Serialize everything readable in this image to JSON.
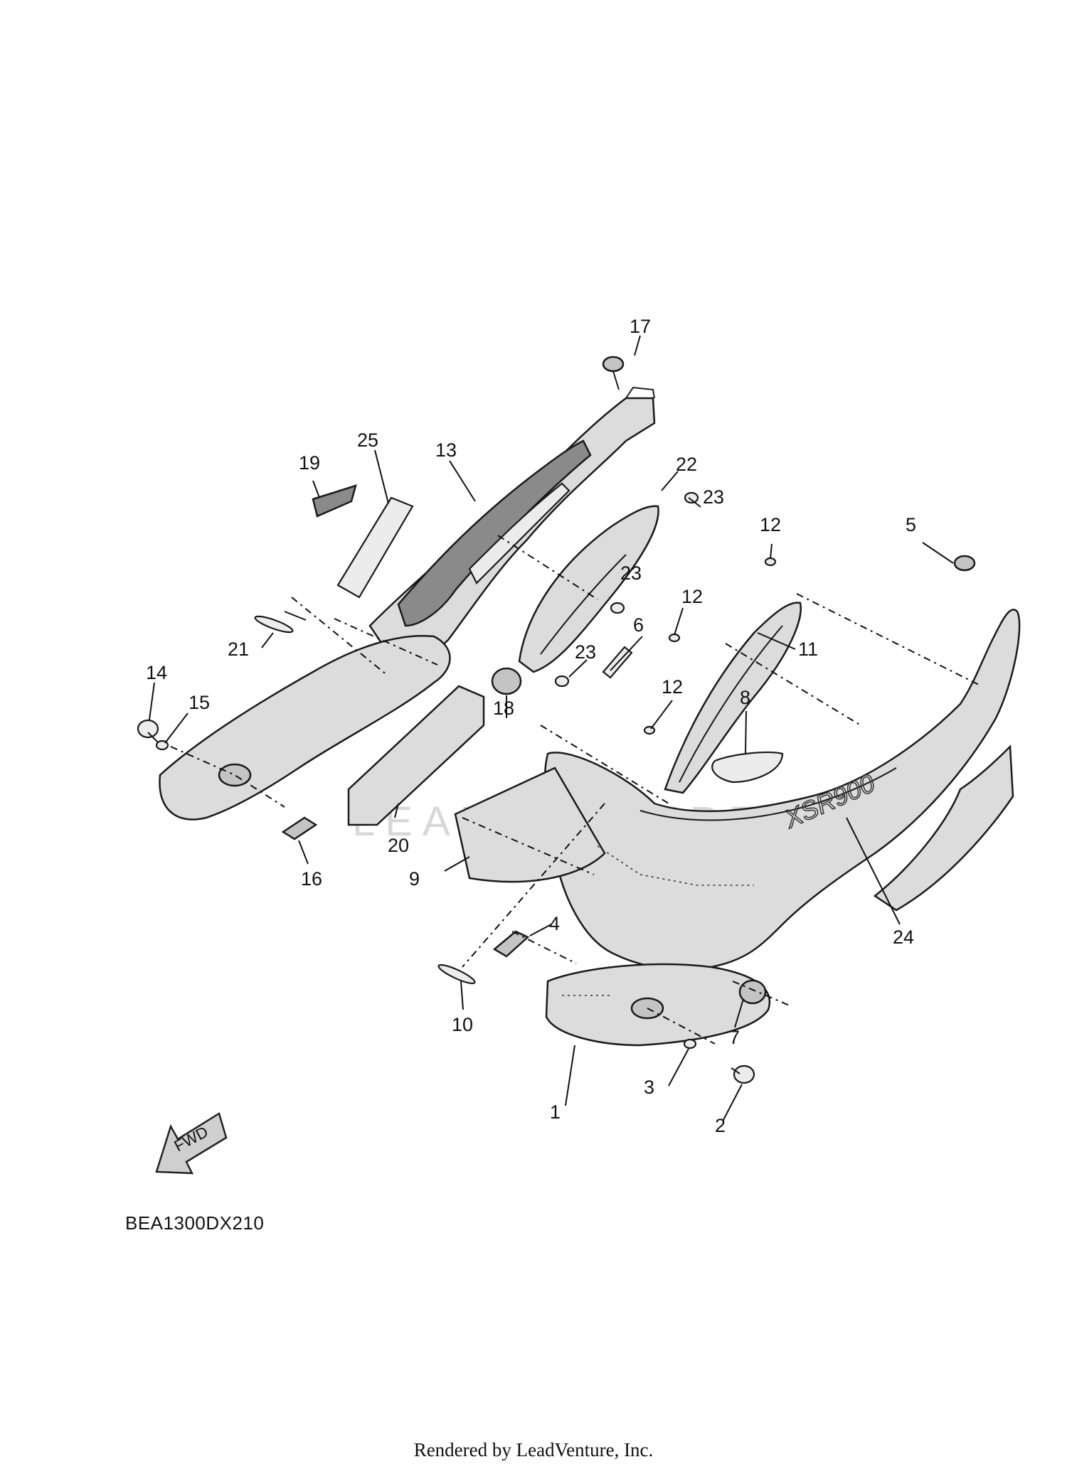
{
  "diagram": {
    "callouts": [
      "17",
      "19",
      "25",
      "13",
      "22",
      "23",
      "23",
      "12",
      "5",
      "12",
      "11",
      "6",
      "23",
      "21",
      "14",
      "15",
      "18",
      "12",
      "8",
      "20",
      "16",
      "9",
      "24",
      "4",
      "10",
      "7",
      "3",
      "1",
      "2"
    ],
    "watermark": "LEADVENTURE",
    "fwd_label": "FWD",
    "emblem_text": "XSR900",
    "drawing_code": "BEA1300DX210",
    "footer": "Rendered by LeadVenture, Inc."
  }
}
